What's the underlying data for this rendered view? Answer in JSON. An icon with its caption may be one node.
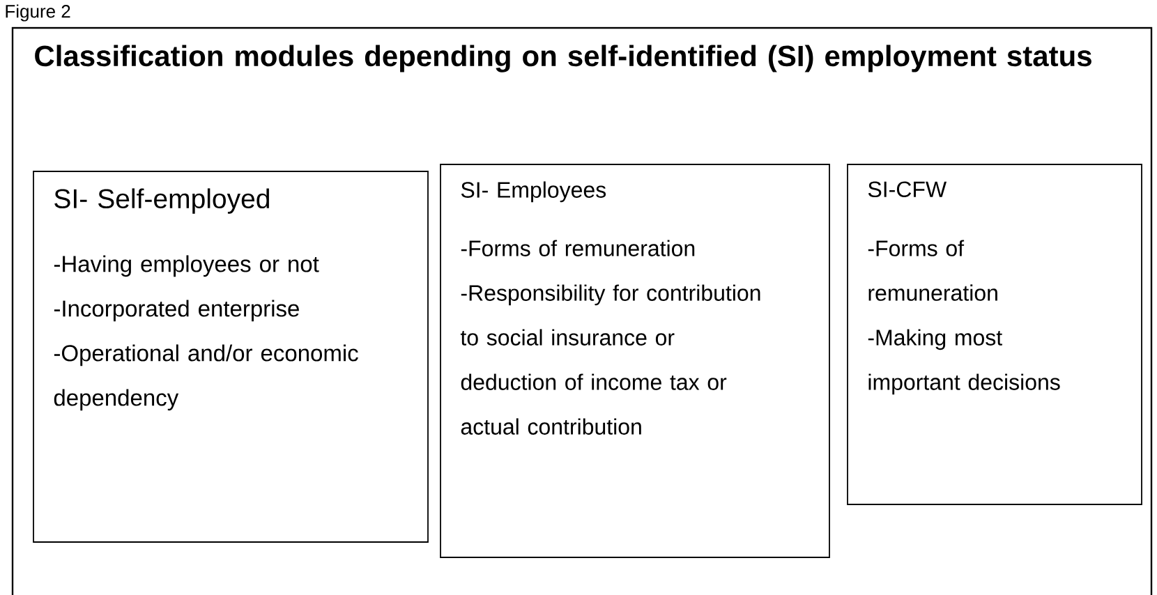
{
  "diagram": {
    "nodes": [
      {
        "text": [
          "Classification modules depending on self-identified (SI) employment status"
        ]
      },
      {
        "text": [
          "SI- Self-employed",
          "-Having employees or not",
          "-Incorporated enterprise",
          "-Operational and/or economic dependency"
        ],
        "in": 0
      },
      {
        "text": [
          "SI- Employees",
          "-Forms of remuneration",
          "-Responsibility for contribution to social insurance or deduction of income tax or actual contribution"
        ],
        "in": 0
      },
      {
        "text": [
          "SI-CFW",
          "-Forms of remuneration",
          "-Making most important decisions"
        ],
        "in": 0
      }
    ],
    "labels": [
      "Figure 2"
    ]
  }
}
